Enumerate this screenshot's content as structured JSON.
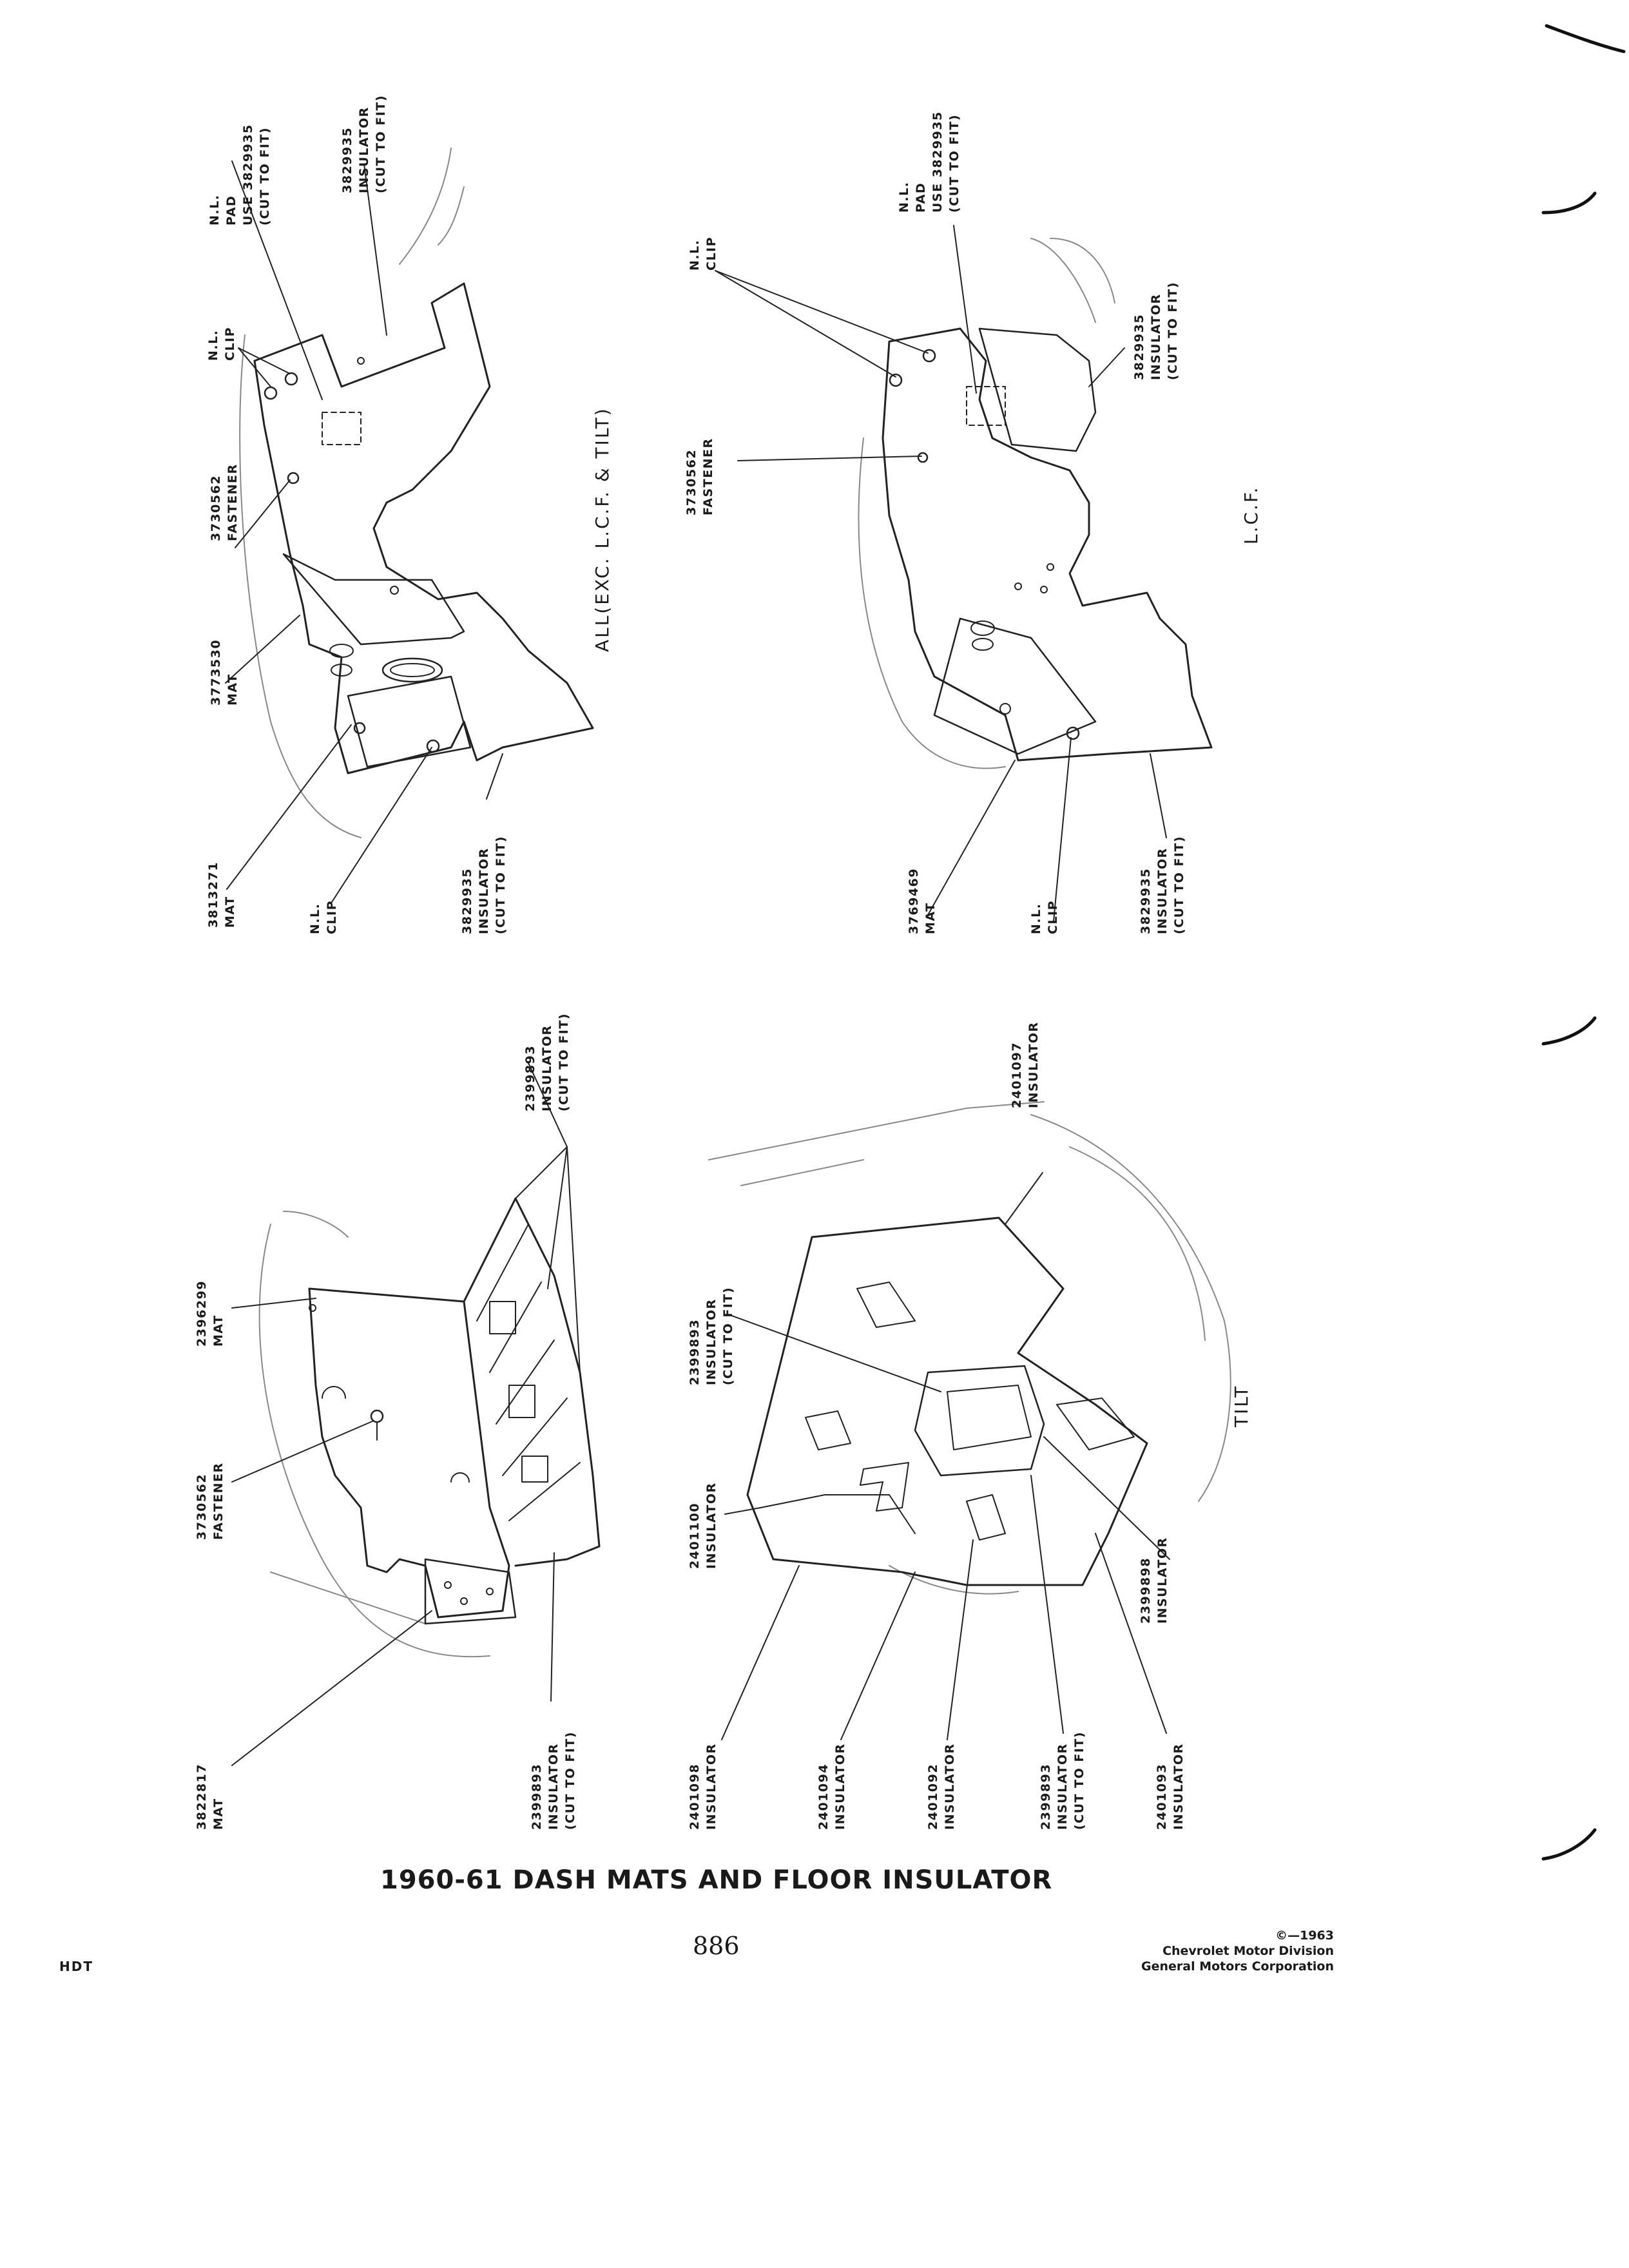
{
  "title": "1960-61 DASH MATS AND FLOOR INSULATOR",
  "page_number": "886",
  "footer_code": "HDT",
  "copyright": {
    "line1": "©—1963",
    "line2": "Chevrolet Motor Division",
    "line3": "General Motors Corporation"
  },
  "views": {
    "all_exc": "ALL(EXC. L.C.F. & TILT)",
    "lcf": "L.C.F.",
    "tilt": "TILT"
  },
  "callouts": {
    "v1_pad": {
      "line1": "N.L.",
      "line2": "PAD",
      "line3": "USE 3829935",
      "line4": "(CUT TO FIT)"
    },
    "v1_ins_top": {
      "line1": "3829935",
      "line2": "INSULATOR",
      "line3": "(CUT TO FIT)"
    },
    "v1_clip_top": {
      "line1": "N.L.",
      "line2": "CLIP"
    },
    "v1_fastener": {
      "line1": "3730562",
      "line2": "FASTENER"
    },
    "v1_mat_3773530": {
      "line1": "3773530",
      "line2": "MAT"
    },
    "v1_mat_3813271": {
      "line1": "3813271",
      "line2": "MAT"
    },
    "v1_clip_bottom": {
      "line1": "N.L.",
      "line2": "CLIP"
    },
    "v1_ins_bottom": {
      "line1": "3829935",
      "line2": "INSULATOR",
      "line3": "(CUT TO FIT)"
    },
    "v2_clip_top": {
      "line1": "N.L.",
      "line2": "CLIP"
    },
    "v2_pad": {
      "line1": "N.L.",
      "line2": "PAD",
      "line3": "USE 3829935",
      "line4": "(CUT TO FIT)"
    },
    "v2_ins_top": {
      "line1": "3829935",
      "line2": "INSULATOR",
      "line3": "(CUT TO FIT)"
    },
    "v2_fastener": {
      "line1": "3730562",
      "line2": "FASTENER"
    },
    "v2_mat_3769469": {
      "line1": "3769469",
      "line2": "MAT"
    },
    "v2_clip_bottom": {
      "line1": "N.L.",
      "line2": "CLIP"
    },
    "v2_ins_bottom": {
      "line1": "3829935",
      "line2": "INSULATOR",
      "line3": "(CUT TO FIT)"
    },
    "v3_mat_2396299": {
      "line1": "2396299",
      "line2": "MAT"
    },
    "v3_ins_top": {
      "line1": "2399893",
      "line2": "INSULATOR",
      "line3": "(CUT TO FIT)"
    },
    "v3_fastener": {
      "line1": "3730562",
      "line2": "FASTENER"
    },
    "v3_mat_3822817": {
      "line1": "3822817",
      "line2": "MAT"
    },
    "v3_ins_bottom": {
      "line1": "2399893",
      "line2": "INSULATOR",
      "line3": "(CUT TO FIT)"
    },
    "v4_ins_2401097": {
      "line1": "2401097",
      "line2": "INSULATOR"
    },
    "v4_ins_2399893_top": {
      "line1": "2399893",
      "line2": "INSULATOR",
      "line3": "(CUT TO FIT)"
    },
    "v4_ins_2401100": {
      "line1": "2401100",
      "line2": "INSULATOR"
    },
    "v4_ins_2399898": {
      "line1": "2399898",
      "line2": "INSULATOR"
    },
    "v4_ins_2401098": {
      "line1": "2401098",
      "line2": "INSULATOR"
    },
    "v4_ins_2401094": {
      "line1": "2401094",
      "line2": "INSULATOR"
    },
    "v4_ins_2401092": {
      "line1": "2401092",
      "line2": "INSULATOR"
    },
    "v4_ins_2399893_bottom": {
      "line1": "2399893",
      "line2": "INSULATOR",
      "line3": "(CUT TO FIT)"
    },
    "v4_ins_2401093": {
      "line1": "2401093",
      "line2": "INSULATOR"
    }
  }
}
